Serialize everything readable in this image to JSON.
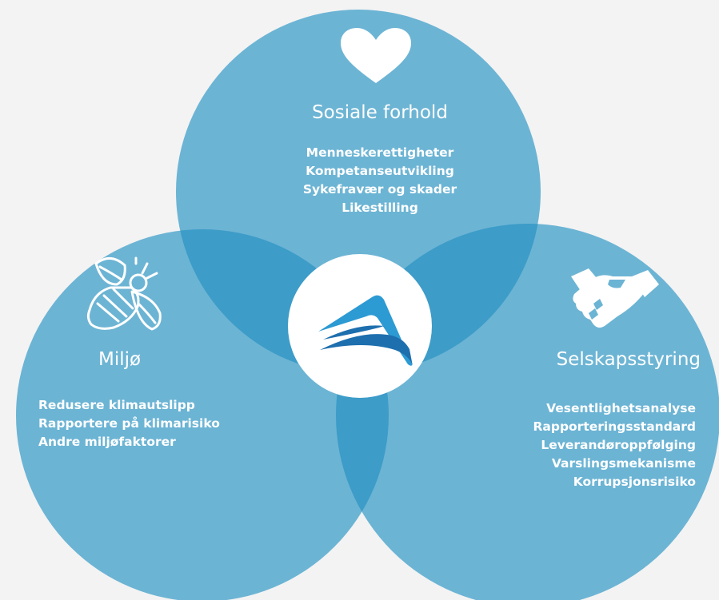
{
  "social": {
    "title": "Sosiale forhold",
    "items": [
      "Menneskerettigheter",
      "Kompetanseutvikling",
      "Sykefravær og skader",
      "Likestilling"
    ],
    "icon": "heart-icon"
  },
  "environment": {
    "title": "Miljø",
    "items": [
      "Redusere klimautslipp",
      "Rapportere på klimarisiko",
      "Andre miljøfaktorer"
    ],
    "icon": "bee-icon"
  },
  "governance": {
    "title": "Selskapsstyring",
    "items": [
      "Vesentlighetsanalyse",
      "Rapporteringsstandard",
      "Leverandøroppfølging",
      "Varslingsmekanisme",
      "Korrupsjonsrisiko"
    ],
    "icon": "handshake-icon"
  },
  "center": {
    "icon": "company-logo"
  },
  "colors": {
    "background": "#f3f3f3",
    "circle": "#6cb4d4",
    "overlap_two": "#3d9cc8",
    "overlap_three": "#2e88b8",
    "text": "#ffffff",
    "logo_dark": "#1e6fae",
    "logo_light": "#2c9ad3"
  }
}
